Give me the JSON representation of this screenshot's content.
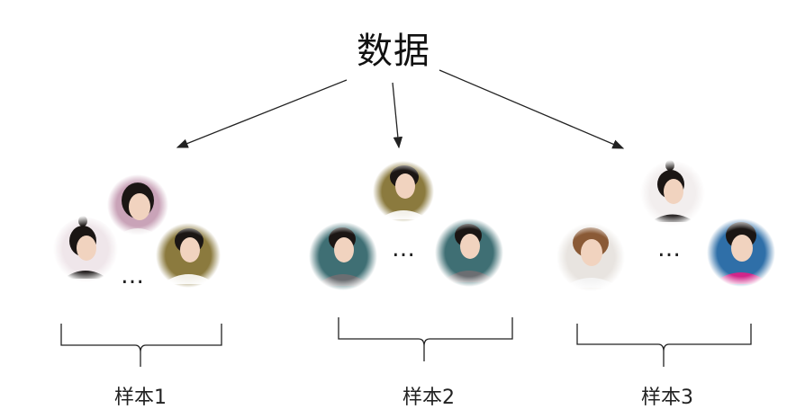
{
  "title": "数据",
  "samples": [
    {
      "label": "样本1",
      "ellipsis": "…"
    },
    {
      "label": "样本2",
      "ellipsis": "…"
    },
    {
      "label": "样本3",
      "ellipsis": "…"
    }
  ],
  "colors": {
    "text": "#111111",
    "line": "#222222",
    "skin": "#f1d3bf",
    "hair": "#1b1614",
    "robe_white": "#f3f1ea",
    "bg_gold": "#8b7a3e",
    "bg_teal": "#3f6f74",
    "bg_pink": "#c9a3b8",
    "bg_light": "#efe6ea",
    "bg_blue": "#2f6fa8",
    "magenta": "#d0268a"
  }
}
